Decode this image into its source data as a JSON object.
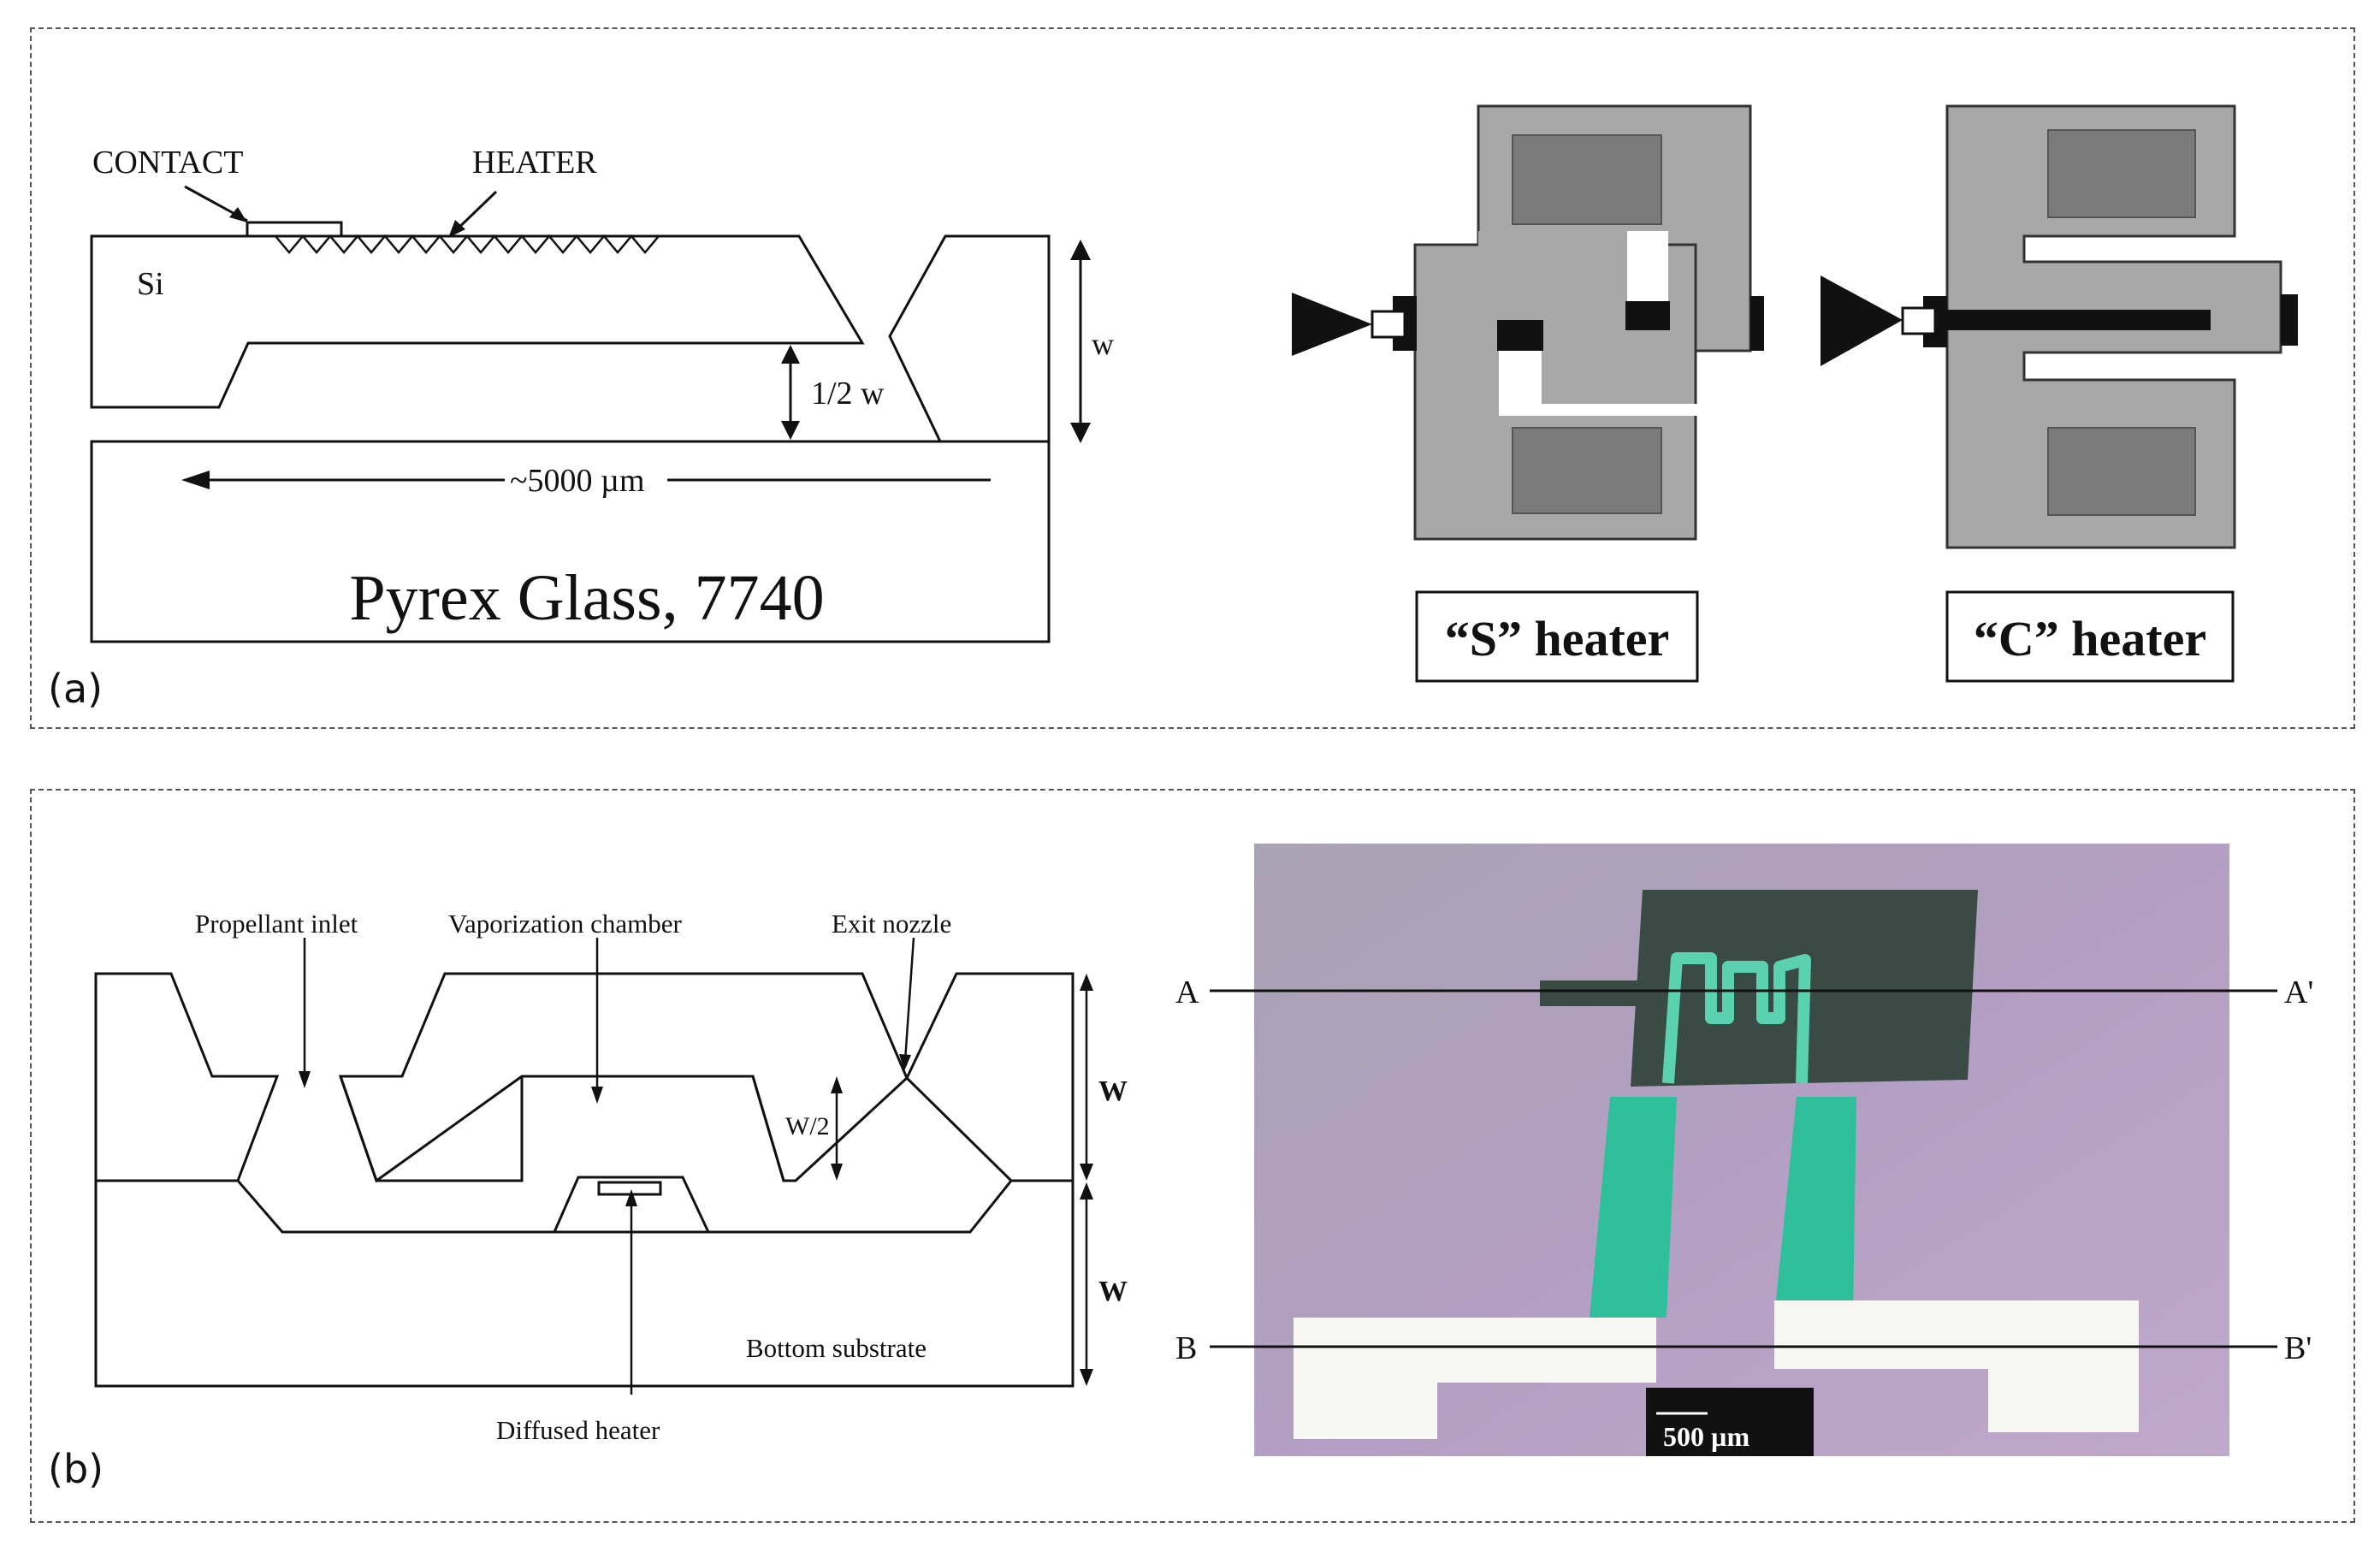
{
  "panel_a": {
    "label": "(a)",
    "cross_section": {
      "contact": "CONTACT",
      "heater": "HEATER",
      "si": "Si",
      "w": "w",
      "half_w": "1/2 w",
      "length": "~5000 µm",
      "glass": "Pyrex Glass, 7740"
    },
    "s_heater_label": "“S” heater",
    "c_heater_label": "“C” heater"
  },
  "panel_b": {
    "label": "(b)",
    "cross_section": {
      "propellant_inlet": "Propellant inlet",
      "vaporization_chamber": "Vaporization chamber",
      "exit_nozzle": "Exit nozzle",
      "half_w": "W/2",
      "w_top": "W",
      "w_bottom": "W",
      "bottom_substrate": "Bottom substrate",
      "diffused_heater": "Diffused heater"
    },
    "micrograph": {
      "a": "A",
      "a_prime": "A'",
      "b": "B",
      "b_prime": "B'",
      "scale_bar": "500 µm"
    }
  }
}
